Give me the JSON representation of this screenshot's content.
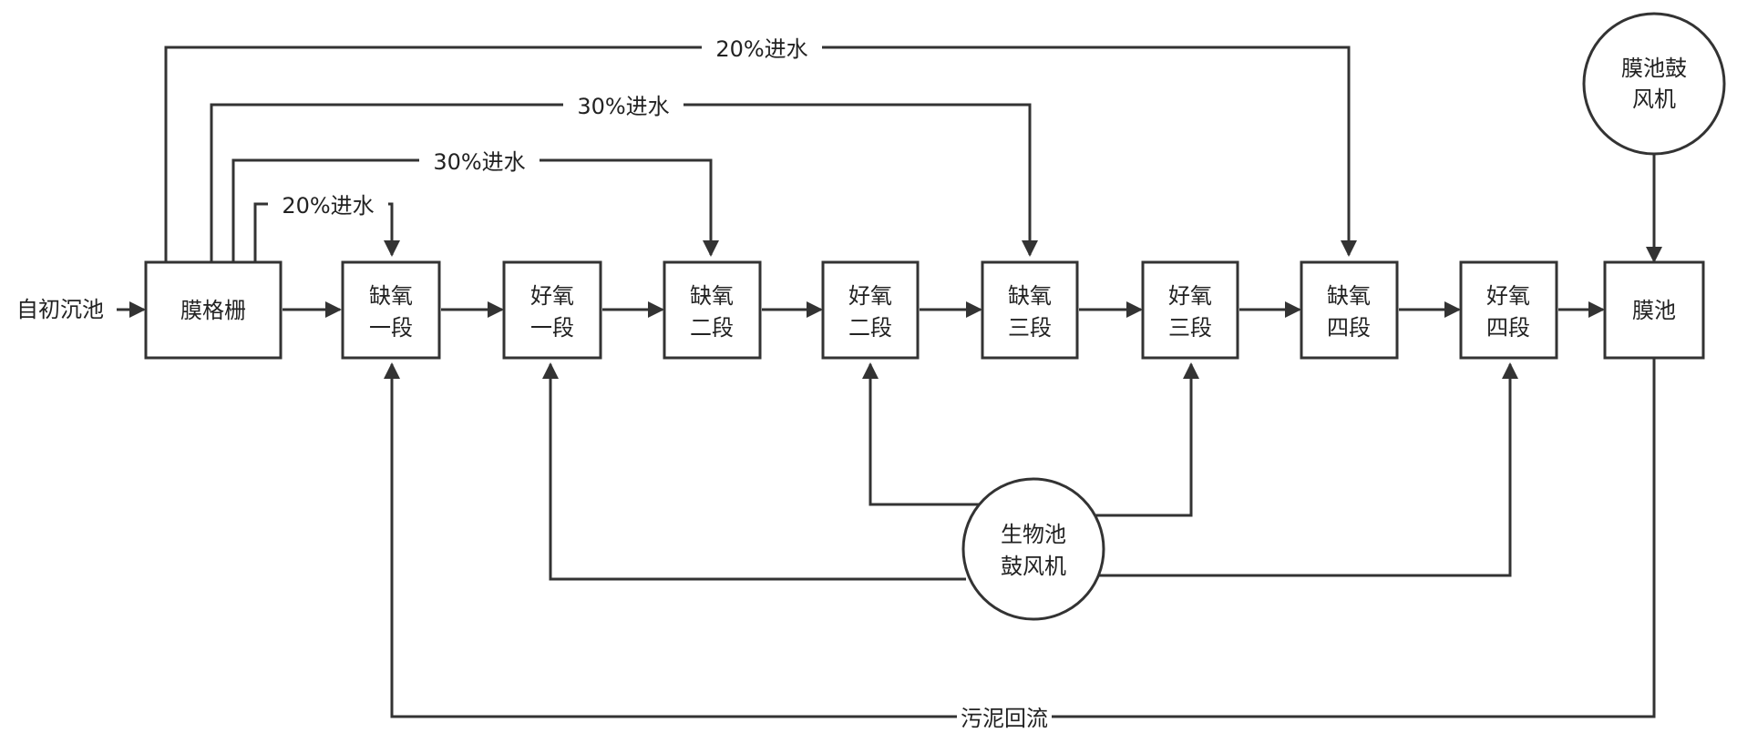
{
  "colors": {
    "stroke": "#333333",
    "background": "#ffffff",
    "text": "#222222"
  },
  "inlet": {
    "label": "自初沉池"
  },
  "boxes": {
    "screen": {
      "label": "膜格栅"
    },
    "anoxic1": {
      "line1": "缺氧",
      "line2": "一段"
    },
    "oxic1": {
      "line1": "好氧",
      "line2": "一段"
    },
    "anoxic2": {
      "line1": "缺氧",
      "line2": "二段"
    },
    "oxic2": {
      "line1": "好氧",
      "line2": "二段"
    },
    "anoxic3": {
      "line1": "缺氧",
      "line2": "三段"
    },
    "oxic3": {
      "line1": "好氧",
      "line2": "三段"
    },
    "anoxic4": {
      "line1": "缺氧",
      "line2": "四段"
    },
    "oxic4": {
      "line1": "好氧",
      "line2": "四段"
    },
    "membrane_tank": {
      "label": "膜池"
    }
  },
  "blowers": {
    "membrane": {
      "line1": "膜池鼓",
      "line2": "风机"
    },
    "bio": {
      "line1": "生物池",
      "line2": "鼓风机"
    }
  },
  "feeds": {
    "feed_anoxic4": "20%进水",
    "feed_anoxic3": "30%进水",
    "feed_anoxic2": "30%进水",
    "feed_anoxic1": "20%进水"
  },
  "sludge_return": {
    "label": "污泥回流"
  }
}
